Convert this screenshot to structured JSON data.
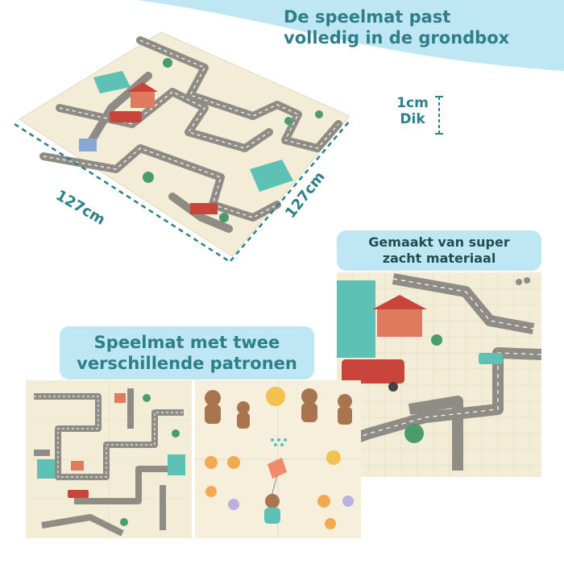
{
  "headline": {
    "line1": "De speelmat past",
    "line2": "volledig in de grondbox"
  },
  "thickness": {
    "value": "1cm",
    "label": "Dik"
  },
  "dimensions": {
    "width": "127cm",
    "depth": "127cm"
  },
  "callouts": {
    "soft_line1": "Gemaakt van super",
    "soft_line2": "zacht materiaal",
    "patterns_line1": "Speelmat met twee",
    "patterns_line2": "verschillende patronen"
  },
  "colors": {
    "accent": "#2d7f88",
    "label_bg": "#bfe6f3",
    "wave": "#bfe6f3",
    "mat": "#f3ecd7",
    "road": "#8f8c86",
    "field": "#5dc1b6",
    "bus": "#c9453c"
  }
}
